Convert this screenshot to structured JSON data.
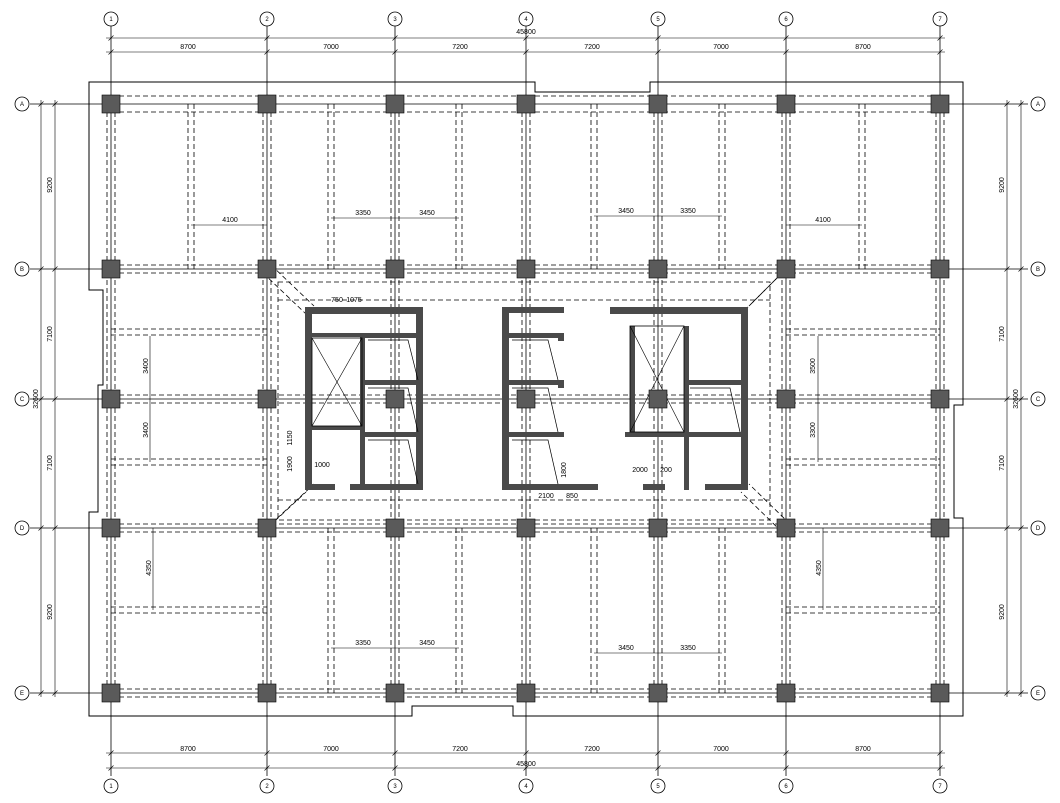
{
  "drawing": {
    "axes_x": [
      "1",
      "2",
      "3",
      "4",
      "5",
      "6",
      "7"
    ],
    "axes_y": [
      "A",
      "B",
      "C",
      "D",
      "E"
    ],
    "spans_x": [
      "8700",
      "7000",
      "7200",
      "7200",
      "7000",
      "8700"
    ],
    "total_x": "45800",
    "spans_y": [
      "9200",
      "7100",
      "7100",
      "9200"
    ],
    "total_y": "32600",
    "top_room_dims": [
      "4100",
      "3350",
      "3450",
      "3450",
      "3350",
      "4100"
    ],
    "bottom_room_dims": [
      "3350",
      "3450",
      "3450",
      "3350"
    ],
    "side_room_dims": [
      "4350",
      "4350"
    ],
    "left_mid_dims": [
      "3400",
      "3400"
    ],
    "right_mid_dims": [
      "3500",
      "3300"
    ],
    "core_dims": {
      "d750": "750",
      "d1075": "1075",
      "d1150": "1150",
      "d1900": "1900",
      "d1000": "1000",
      "d1800": "1800",
      "d2100": "2100",
      "d850": "850",
      "d2000": "2000",
      "d200": "200"
    },
    "colors": {
      "line": "#000000",
      "column": "#5a5a5a",
      "wall": "#4a4a4a",
      "background": "#ffffff"
    }
  }
}
